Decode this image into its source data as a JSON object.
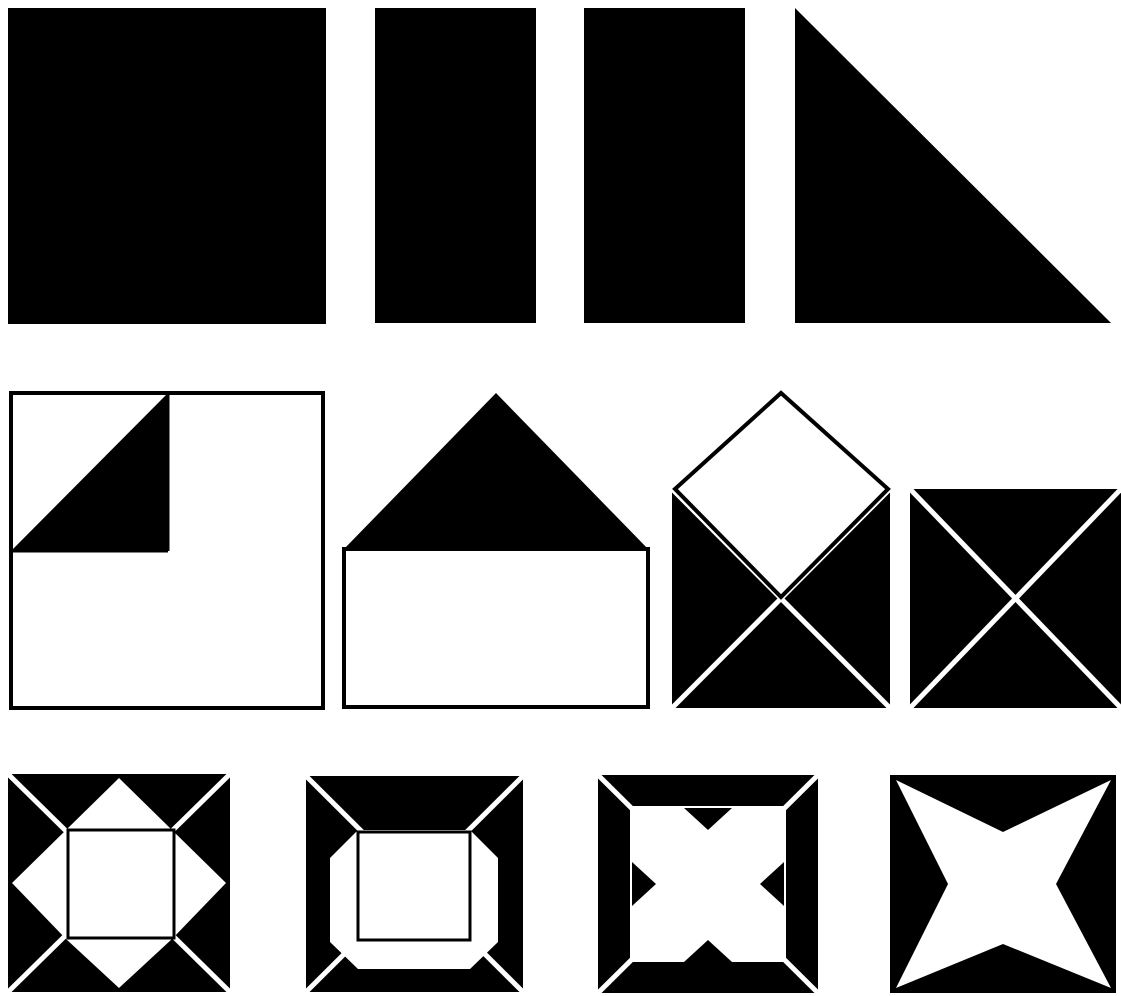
{
  "colors": {
    "ink": "#000000",
    "paper": "#ffffff"
  },
  "rows": [
    {
      "name": "row-1",
      "figures": [
        "square",
        "rectangle-left",
        "rectangle-right",
        "right-triangle"
      ]
    },
    {
      "name": "row-2",
      "figures": [
        "folded-corner-square",
        "house-pentagon",
        "envelope-open-flap",
        "square-with-diagonals"
      ]
    },
    {
      "name": "row-3",
      "figures": [
        "square-with-inner-square-and-triangles",
        "square-with-inner-octagon",
        "square-frame-with-inner-triangles",
        "square-with-four-point-star"
      ]
    }
  ]
}
